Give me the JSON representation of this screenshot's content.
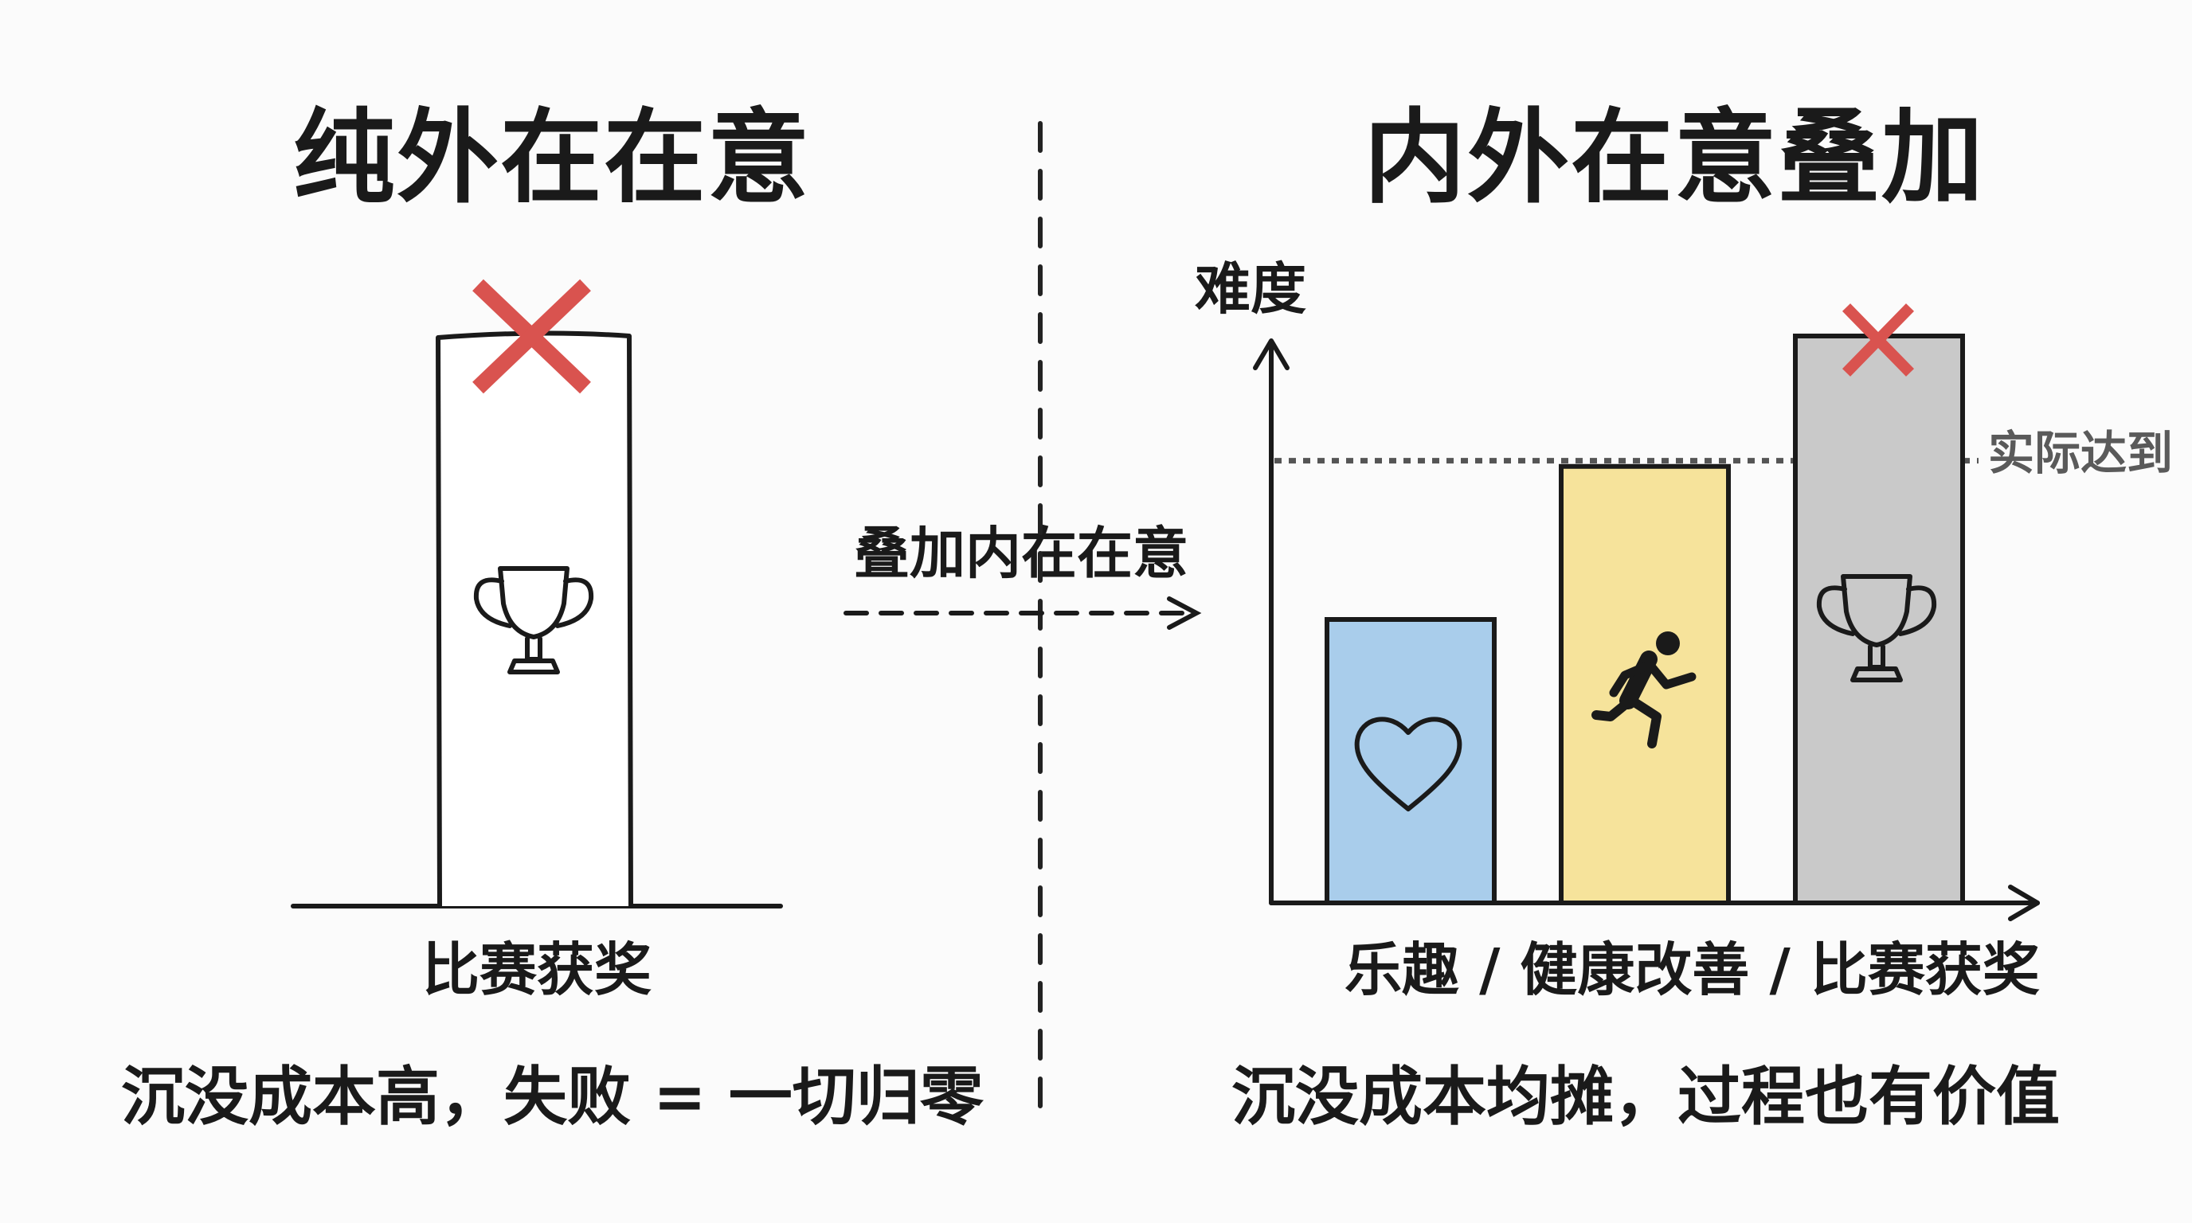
{
  "left_panel": {
    "title": "纯外在在意",
    "category_label": "比赛获奖",
    "caption": "沉没成本高，失败 = 一切归零",
    "bar": {
      "name": "比赛获奖",
      "icon": "trophy-icon",
      "fill": "#ffffff",
      "failed": true
    }
  },
  "transition": {
    "label": "叠加内在在意"
  },
  "right_panel": {
    "title": "内外在意叠加",
    "y_axis_label": "难度",
    "reference_line_label": "实际达到",
    "category_label": "乐趣 / 健康改善 / 比赛获奖",
    "caption": "沉没成本均摊，过程也有价值",
    "bars": [
      {
        "name": "乐趣",
        "icon": "heart-icon",
        "fill": "#a9cdeb",
        "level": 0.5
      },
      {
        "name": "健康改善",
        "icon": "running-person-icon",
        "fill": "#f6e39b",
        "level": 0.77
      },
      {
        "name": "比赛获奖",
        "icon": "trophy-icon",
        "fill": "#c9c9c9",
        "level": 1.0,
        "failed": true
      }
    ],
    "reference_level": 0.78
  },
  "colors": {
    "cross": "#d9534f",
    "outline": "#1a1a1a",
    "dashed_divider": "#222222",
    "reference_line": "#555555"
  }
}
